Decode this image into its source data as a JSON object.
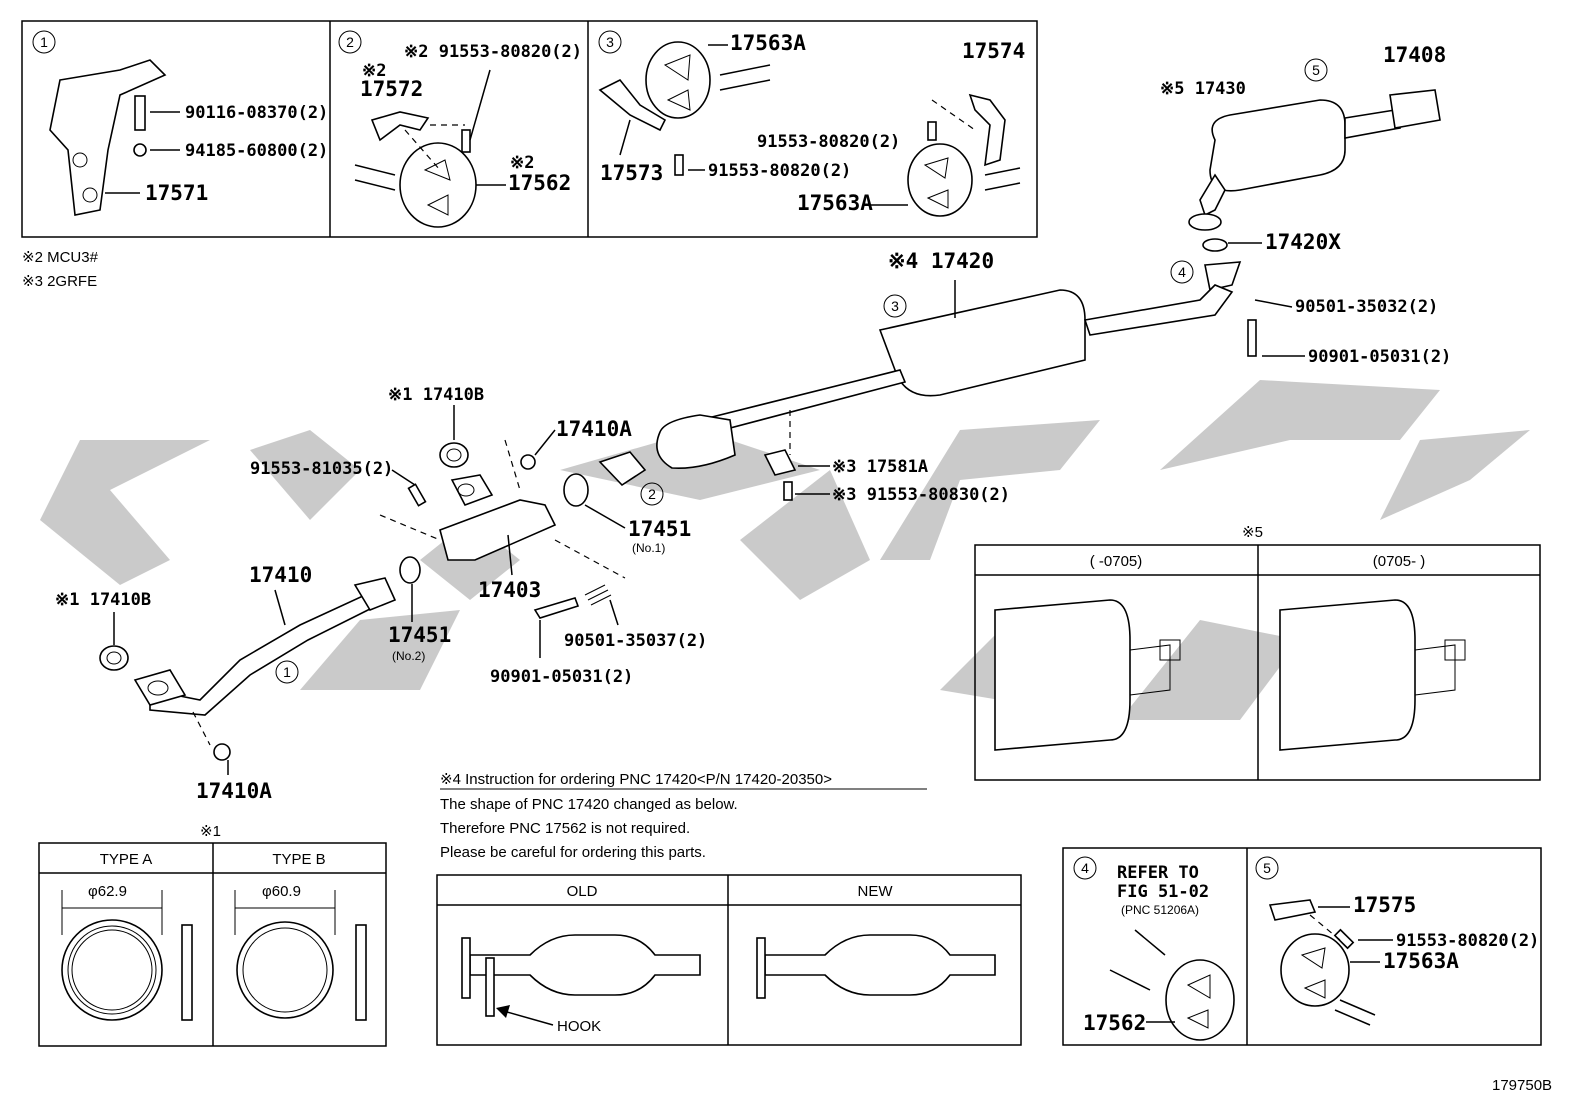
{
  "diagram_id": "179750B",
  "legend": {
    "note2": "※2 MCU3#",
    "note3": "※3 2GRFE"
  },
  "box1": {
    "number": "1",
    "parts": [
      "90116-08370(2)",
      "94185-60800(2)",
      "17571"
    ]
  },
  "box2": {
    "number": "2",
    "mark_a": "※2",
    "part_a": "17572",
    "part_b": "※2 91553-80820(2)",
    "mark_c": "※2",
    "part_c": "17562"
  },
  "box3": {
    "number": "3",
    "parts": [
      "17563A",
      "17573",
      "91553-80820(2)",
      "17574",
      "91553-80820(2)",
      "17563A"
    ]
  },
  "top_right": {
    "part_430": "※5 17430",
    "circle5": "5",
    "part_408": "17408",
    "part_420x": "17420X",
    "circle4": "4",
    "spring": "90501-35032(2)",
    "bolt": "90901-05031(2)",
    "part_420": "※4 17420",
    "circle3": "3"
  },
  "middle": {
    "p410b_top": "※1 17410B",
    "p410a_top": "17410A",
    "p81035": "91553-81035(2)",
    "p581a": "※3 17581A",
    "p80830": "※3 91553-80830(2)",
    "circle2": "2",
    "p451_1": "17451",
    "p451_1_sub": "(No.1)",
    "p403": "17403",
    "p451_2": "17451",
    "p451_2_sub": "(No.2)",
    "p35037": "90501-35037(2)",
    "p05031": "90901-05031(2)",
    "p410": "17410",
    "p410b_left": "※1 17410B",
    "circle1": "1",
    "p410a_bottom": "17410A"
  },
  "variant5": {
    "mark": "※5",
    "col1": "(      -0705)",
    "col2": "(0705-         )"
  },
  "instruction": {
    "title": "※4 Instruction for ordering PNC 17420<P/N 17420-20350>",
    "lines": [
      "The shape of PNC 17420 changed as below.",
      "Therefore PNC 17562 is not required.",
      "Please be careful for ordering this parts."
    ],
    "col_old": "OLD",
    "col_new": "NEW",
    "hook": "HOOK"
  },
  "gasket_table": {
    "mark": "※1",
    "type_a": "TYPE A",
    "type_b": "TYPE B",
    "dia_a": "φ62.9",
    "dia_b": "φ60.9"
  },
  "box4": {
    "number": "4",
    "refer": "REFER TO",
    "fig": "FIG 51-02",
    "pnc": "(PNC 51206A)",
    "part": "17562"
  },
  "box5": {
    "number": "5",
    "parts": [
      "17575",
      "91553-80820(2)",
      "17563A"
    ]
  }
}
